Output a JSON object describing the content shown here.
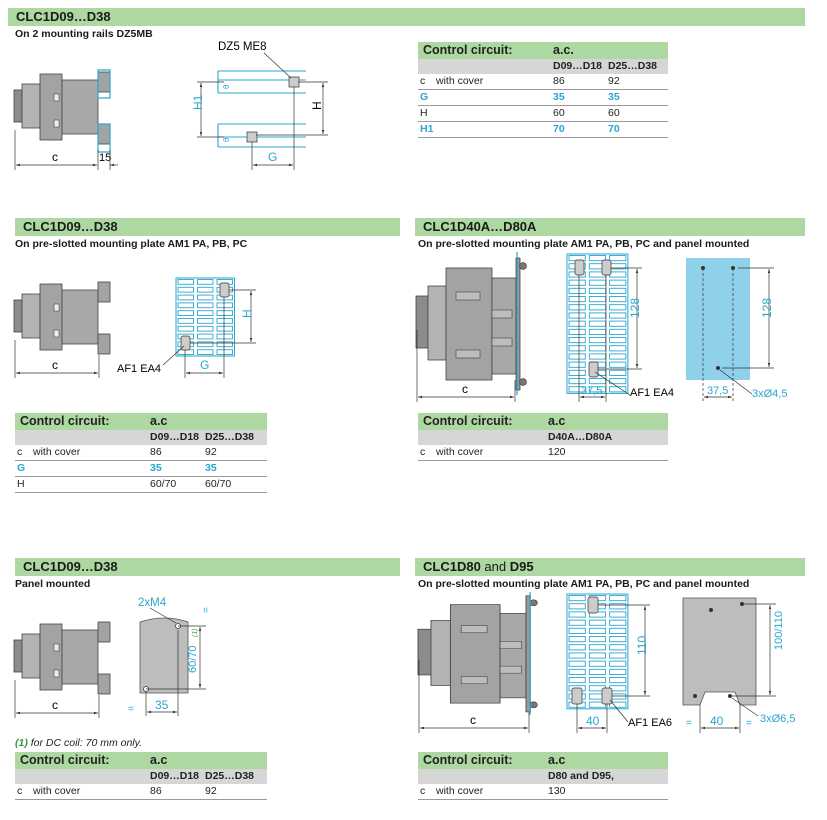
{
  "s1": {
    "title": "CLC1D09…D38",
    "subtitle": "On 2 mounting rails DZ5MB",
    "labels": {
      "c": "c",
      "d15": "15",
      "rail": "DZ5 ME8",
      "h1": "H1",
      "h": "H",
      "g": "G",
      "rail_mark": "θ"
    },
    "table": {
      "title": "Control circuit:",
      "type": "a.c.",
      "cols": [
        "D09…D18",
        "D25…D38"
      ],
      "rows": [
        {
          "label": "c",
          "sub": "with cover",
          "v": [
            "86",
            "92"
          ],
          "hl": false
        },
        {
          "label": "G",
          "sub": "",
          "v": [
            "35",
            "35"
          ],
          "hl": true
        },
        {
          "label": "H",
          "sub": "",
          "v": [
            "60",
            "60"
          ],
          "hl": false
        },
        {
          "label": "H1",
          "sub": "",
          "v": [
            "70",
            "70"
          ],
          "hl": true
        }
      ]
    }
  },
  "s2l": {
    "title": "CLC1D09…D38",
    "subtitle": "On pre-slotted mounting plate AM1 PA, PB, PC",
    "labels": {
      "c": "c",
      "h": "H",
      "g": "G",
      "af": "AF1 EA4"
    },
    "table": {
      "title": "Control circuit:",
      "type": "a.c",
      "cols": [
        "D09…D18",
        "D25…D38"
      ],
      "rows": [
        {
          "label": "c",
          "sub": "with cover",
          "v": [
            "86",
            "92"
          ],
          "hl": false
        },
        {
          "label": "G",
          "sub": "",
          "v": [
            "35",
            "35"
          ],
          "hl": true
        },
        {
          "label": "H",
          "sub": "",
          "v": [
            "60/70",
            "60/70"
          ],
          "hl": false
        }
      ]
    }
  },
  "s2r": {
    "title": "CLC1D40A…D80A",
    "subtitle": "On pre-slotted mounting plate AM1 PA, PB, PC and panel mounted",
    "labels": {
      "c": "c",
      "d128a": "128",
      "d37a": "37,5",
      "af": "AF1 EA4",
      "d128b": "128",
      "d37b": "37,5",
      "holes": "3xØ4,5"
    },
    "table": {
      "title": "Control circuit:",
      "type": "a.c",
      "cols": [
        "D40A…D80A"
      ],
      "rows": [
        {
          "label": "c",
          "sub": "with cover",
          "v": [
            "120"
          ],
          "hl": false
        }
      ]
    }
  },
  "s3l": {
    "title": "CLC1D09…D38",
    "subtitle": "Panel mounted",
    "labels": {
      "c": "c",
      "screws": "2xM4",
      "d6070": "60/70",
      "note_ref": "(1)",
      "d35": "35",
      "eq": "="
    },
    "note": {
      "ref": "(1)",
      "text": " for DC coil: 70 mm only."
    },
    "table": {
      "title": "Control circuit:",
      "type": "a.c",
      "cols": [
        "D09…D18",
        "D25…D38"
      ],
      "rows": [
        {
          "label": "c",
          "sub": "with cover",
          "v": [
            "86",
            "92"
          ],
          "hl": false
        }
      ]
    }
  },
  "s3r": {
    "title_a": "CLC1D80",
    "title_b": " and ",
    "title_c": "D95",
    "subtitle": "On pre-slotted mounting plate AM1 PA, PB, PC and panel mounted",
    "labels": {
      "c": "c",
      "d110": "110",
      "d40a": "40",
      "af": "AF1 EA6",
      "d100": "100/110",
      "d40b": "40",
      "holes": "3xØ6,5",
      "eq": "="
    },
    "table": {
      "title": "Control circuit:",
      "type": "a.c",
      "cols": [
        "D80 and D95,"
      ],
      "rows": [
        {
          "label": "c",
          "sub": "with cover",
          "v": [
            "130"
          ],
          "hl": false
        }
      ]
    }
  },
  "colors": {
    "header": "#aed8a2",
    "subheader": "#d6d6d6",
    "cyan": "#2aa7cf",
    "part": "#a3a3a3"
  }
}
